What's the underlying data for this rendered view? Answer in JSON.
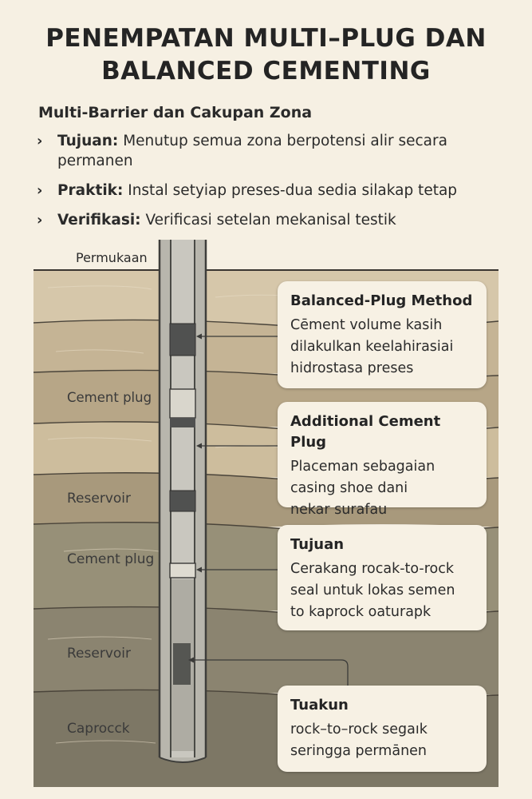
{
  "title_line1": "PENEMPATAN MULTI–PLUG DAN",
  "title_line2": "BALANCED CEMENTING",
  "subtitle": "Multi-Barrier dan Cakupan Zona",
  "bullets": [
    {
      "label": "Tujuan:",
      "text": " Menutup semua zona berpotensi alir secara permanen"
    },
    {
      "label": "Praktik:",
      "text": " Instal setyiap preses-dua sedia silakap tetap"
    },
    {
      "label": "Verifikasi:",
      "text": " Verificasi setelan mekanisal testik"
    }
  ],
  "diagram": {
    "surface_label": "Permukaan",
    "layer_labels": [
      "Cement plug",
      "Reservoir",
      "Cement plug",
      "Reservoir",
      "Caprocck"
    ],
    "cards": [
      {
        "title": "Balanced-Plug Method",
        "lines": [
          "Cēment volume kasih",
          "dilakulkan keelahirasiai",
          "hidrostasa preses"
        ]
      },
      {
        "title": "Additional Cement Plug",
        "lines": [
          "Placeman sebagaian",
          "casing shoe dani",
          "nekar surafau"
        ]
      },
      {
        "title": "Tujuan",
        "lines": [
          "Cerakang rocak-to-rock",
          "seal untuk lokas semen",
          "to kaprock oaturapk"
        ]
      },
      {
        "title": "Tuakun",
        "lines": [
          "rock–to–rock segaık",
          "seringga permānen"
        ]
      }
    ]
  },
  "colors": {
    "background": "#f6f0e3",
    "layer_light": "#d8c9ac",
    "layer_mid": "#bcab8c",
    "layer_dark": "#8f8772",
    "casing": "#6b6b68",
    "plug_dark": "#505150"
  }
}
